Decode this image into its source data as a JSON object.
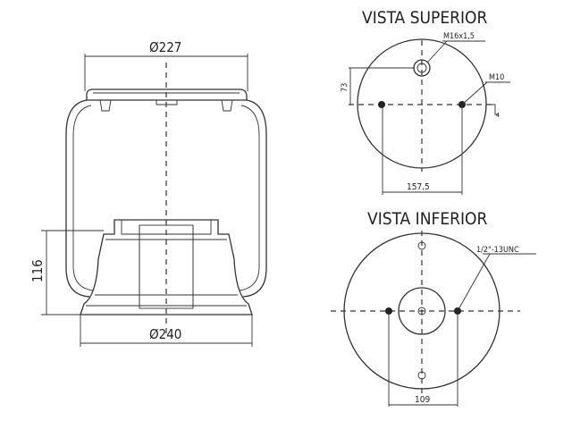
{
  "side_view": {
    "top_diameter": "Ø227",
    "bottom_diameter": "Ø240",
    "height": "116"
  },
  "top_view": {
    "title": "VISTA SUPERIOR",
    "stud_thread": "M16x1,5",
    "bolt_thread": "M10",
    "offset": "73",
    "bolt_spacing": "157,5",
    "section_mark": "4"
  },
  "bottom_view": {
    "title": "VISTA INFERIOR",
    "bolt_thread": "1/2\"-13UNC",
    "bolt_spacing": "109"
  }
}
